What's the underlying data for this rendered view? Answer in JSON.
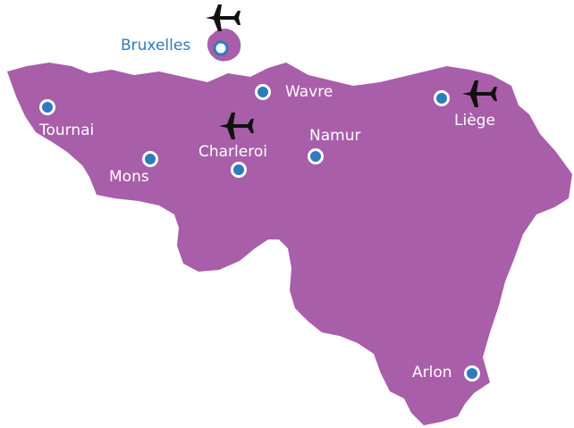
{
  "map": {
    "colors": {
      "region": "#a85ea8",
      "city_dot": "#2e7bbd",
      "dot_ring": "#ffffff",
      "label_light": "#ffffff",
      "label_blue": "#2e7bbd",
      "airport_icon": "#111111"
    },
    "cities": [
      {
        "name": "Bruxelles",
        "airport": true
      },
      {
        "name": "Wavre",
        "airport": false
      },
      {
        "name": "Liège",
        "airport": true
      },
      {
        "name": "Tournai",
        "airport": false
      },
      {
        "name": "Charleroi",
        "airport": true
      },
      {
        "name": "Namur",
        "airport": false
      },
      {
        "name": "Mons",
        "airport": false
      },
      {
        "name": "Arlon",
        "airport": false
      }
    ],
    "icons": [
      "airplane-icon"
    ]
  }
}
